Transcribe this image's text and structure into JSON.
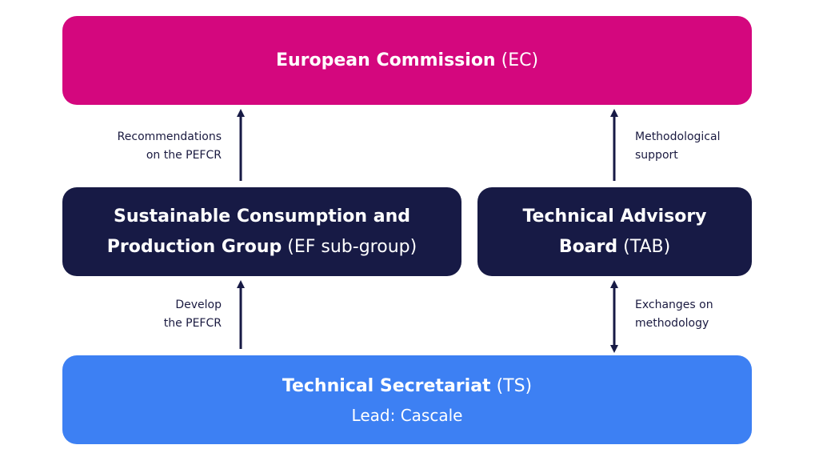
{
  "colors": {
    "ec": "#d4077e",
    "dark": "#171a45",
    "ts": "#3d80f3",
    "arrow": "#171a45"
  },
  "boxes": {
    "ec": {
      "bold": "European Commission",
      "normal": "(EC)"
    },
    "scp": {
      "line1_bold": "Sustainable Consumption and",
      "line2_bold": "Production Group",
      "line2_normal": "(EF sub-group)"
    },
    "tab": {
      "line1_bold": "Technical Advisory",
      "line2_bold": "Board",
      "line2_normal": "(TAB)"
    },
    "ts": {
      "bold": "Technical Secretariat",
      "normal": "(TS)",
      "sub": "Lead: Cascale"
    }
  },
  "labels": {
    "recommendations": {
      "line1": "Recommendations",
      "line2": "on the PEFCR"
    },
    "develop": {
      "line1": "Develop",
      "line2": "the PEFCR"
    },
    "methodological": {
      "line1": "Methodological",
      "line2": "support"
    },
    "exchanges": {
      "line1": "Exchanges on",
      "line2": "methodology"
    }
  },
  "arrows": [
    {
      "name": "arrow-scp-to-ec",
      "from": "scp",
      "to": "ec",
      "direction": "up"
    },
    {
      "name": "arrow-tab-to-ec",
      "from": "tab",
      "to": "ec",
      "direction": "up"
    },
    {
      "name": "arrow-ts-to-scp",
      "from": "ts",
      "to": "scp",
      "direction": "up"
    },
    {
      "name": "arrow-ts-tab",
      "from": "ts",
      "to": "tab",
      "direction": "both"
    }
  ]
}
